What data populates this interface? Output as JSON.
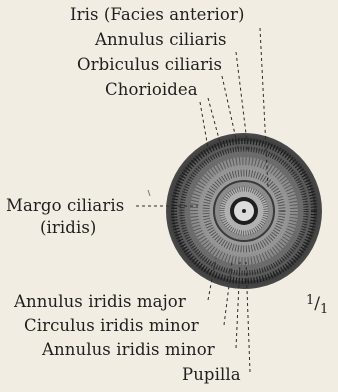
{
  "labels": {
    "iris_facies_anterior": "Iris (Facies anterior)",
    "annulus_ciliaris": "Annulus ciliaris",
    "orbiculus_ciliaris": "Orbiculus ciliaris",
    "chorioidea": "Chorioidea",
    "margo_ciliaris": "Margo ciliaris",
    "margo_ciliaris_sub": "(iridis)",
    "annulus_iridis_major": "Annulus iridis major",
    "circulus_iridis_minor": "Circulus iridis minor",
    "annulus_iridis_minor": "Annulus iridis minor",
    "pupilla": "Pupilla"
  },
  "scale": {
    "numerator": "1",
    "denominator": "1"
  },
  "colors": {
    "background": "#f2ede3",
    "ink": "#1f1f1f"
  }
}
